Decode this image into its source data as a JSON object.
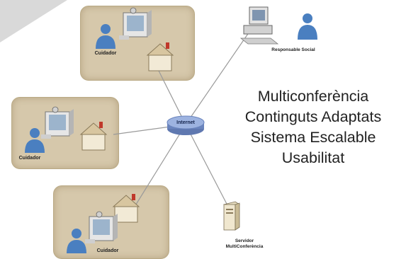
{
  "network": {
    "hub_label": "Internet",
    "nodes": [
      {
        "id": "cuidador-top",
        "label": "Cuidador"
      },
      {
        "id": "cuidador-middle",
        "label": "Cuidador"
      },
      {
        "id": "cuidador-bottom",
        "label": "Cuidador"
      },
      {
        "id": "responsable",
        "label": "Responsable Social"
      },
      {
        "id": "servidor",
        "label_line1": "Servidor",
        "label_line2": "MultiConferència"
      }
    ]
  },
  "features": [
    "Multiconferència",
    "Continguts Adaptats",
    "Sistema Escalable",
    "Usabilitat"
  ],
  "colors": {
    "panel_bg": "#d6c8ab",
    "person_blue": "#4a7fc0",
    "hub_blue": "#8fa6d6",
    "link_line": "#9a9a9a"
  }
}
